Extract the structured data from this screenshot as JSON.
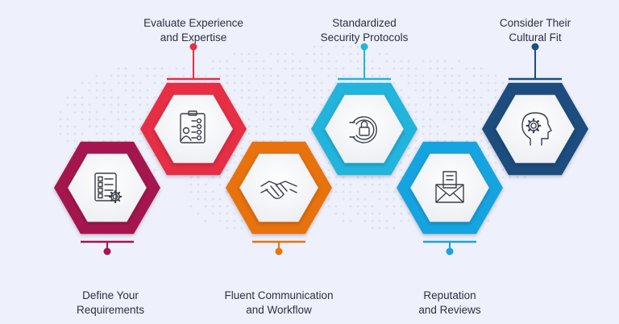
{
  "steps": [
    {
      "id": "define",
      "line1": "Define Your",
      "line2": "Requirements",
      "color": "#a5154f",
      "color_dark": "#7c0f3a",
      "icon": "checklist-gear-icon",
      "label_position": "bottom"
    },
    {
      "id": "evaluate",
      "line1": "Evaluate Experience",
      "line2": "and Expertise",
      "color": "#e62e45",
      "color_dark": "#b81f33",
      "icon": "candidate-checklist-icon",
      "label_position": "top"
    },
    {
      "id": "communication",
      "line1": "Fluent Communication",
      "line2": "and Workflow",
      "color": "#e8720c",
      "color_dark": "#c25a05",
      "icon": "handshake-icon",
      "label_position": "bottom"
    },
    {
      "id": "security",
      "line1": "Standardized",
      "line2": "Security Protocols",
      "color": "#23b4dc",
      "color_dark": "#1591b8",
      "icon": "security-lock-icon",
      "label_position": "top"
    },
    {
      "id": "reputation",
      "line1": "Reputation",
      "line2": "and Reviews",
      "color": "#18a4e0",
      "color_dark": "#0e82b8",
      "icon": "envelope-review-icon",
      "label_position": "bottom"
    },
    {
      "id": "cultural",
      "line1": "Consider Their",
      "line2": "Cultural Fit",
      "color": "#1c4e7e",
      "color_dark": "#123a60",
      "icon": "head-gear-icon",
      "label_position": "top"
    }
  ]
}
